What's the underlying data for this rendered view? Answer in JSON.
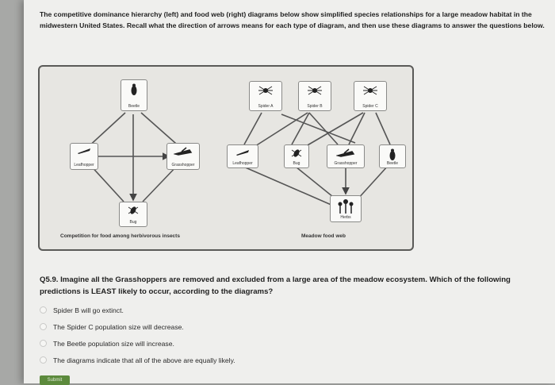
{
  "intro": "The competitive dominance hierarchy (left) and food web (right) diagrams below show simplified species relationships for a large meadow habitat in the midwestern United States. Recall what the direction of arrows means for each type of diagram, and then use these diagrams to answer the questions below.",
  "left_diagram": {
    "caption": "Competition for food among herbivorous insects",
    "nodes": {
      "beetle": "Beetle",
      "leafhopper": "Leafhopper",
      "grasshopper": "Grasshopper",
      "bug": "Bug"
    }
  },
  "right_diagram": {
    "caption": "Meadow food web",
    "nodes": {
      "spider_a": "Spider A",
      "spider_b": "Spider B",
      "spider_c": "Spider C",
      "leafhopper": "Leafhopper",
      "bug": "Bug",
      "grasshopper": "Grasshopper",
      "beetle": "Beetle",
      "herbs": "Herbs"
    }
  },
  "question": "Q5.9. Imagine all the Grasshoppers are removed and excluded from a large area of the meadow ecosystem. Which of the following predictions is LEAST likely to occur, according to the diagrams?",
  "options": [
    "Spider B will go extinct.",
    "The Spider C population size will decrease.",
    "The Beetle population size will increase.",
    "The diagrams indicate that all of the above are equally likely."
  ],
  "submit_label": "Submit"
}
